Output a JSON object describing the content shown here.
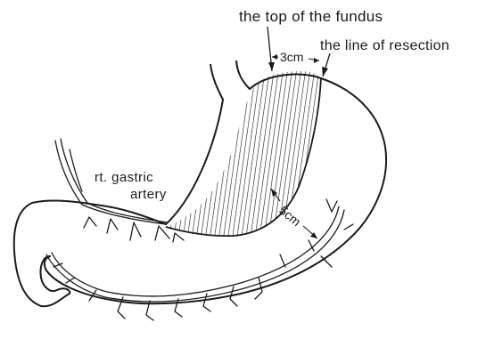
{
  "labels": {
    "fundus_top": "the top of the fundus",
    "resection_line": "the line of resection",
    "artery_line1": "rt. gastric",
    "artery_line2": "artery"
  },
  "measurements": {
    "fundus_distance": "3cm",
    "curvature_distance": "5cm"
  },
  "colors": {
    "ink": "#1a1a1a",
    "background": "#ffffff"
  }
}
